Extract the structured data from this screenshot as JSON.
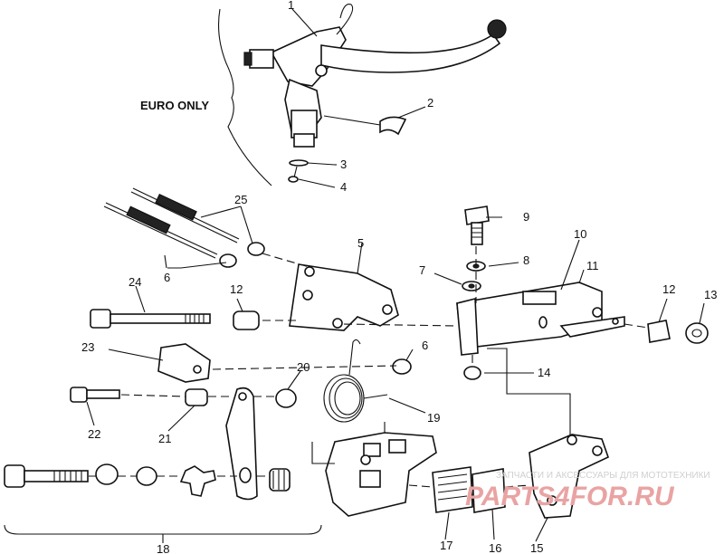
{
  "diagram": {
    "euro_note": "EURO ONLY",
    "callouts": [
      "1",
      "2",
      "3",
      "4",
      "5",
      "6",
      "6",
      "7",
      "8",
      "9",
      "10",
      "11",
      "12",
      "12",
      "13",
      "14",
      "15",
      "16",
      "17",
      "18",
      "19",
      "20",
      "21",
      "22",
      "23",
      "24",
      "25"
    ],
    "watermark": {
      "subtitle": "ЗАПЧАСТИ И АКСЕССУАРЫ ДЛЯ МОТОТЕХНИКИ",
      "brand": "PARTS4FOR.RU"
    }
  }
}
